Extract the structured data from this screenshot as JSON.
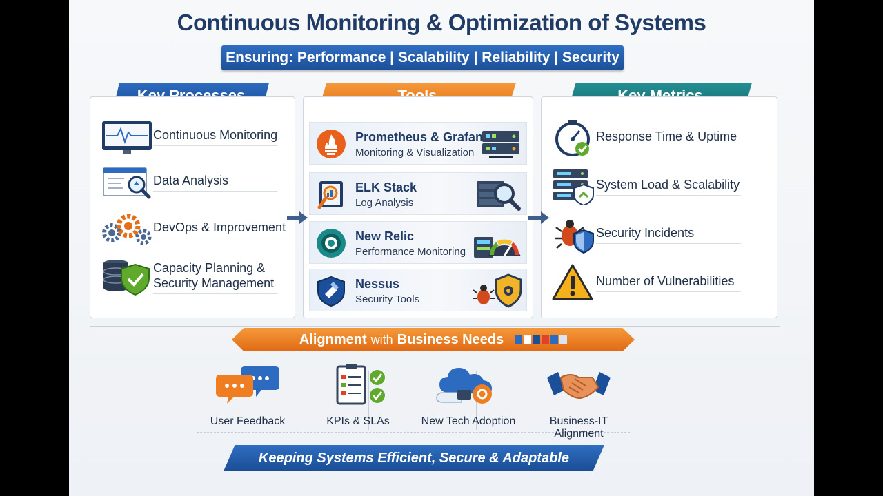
{
  "title": "Continuous Monitoring & Optimization of Systems",
  "subtitle": "Ensuring: Performance | Scalability | Reliability | Security",
  "key_processes": {
    "header": "Key Processes",
    "items": [
      {
        "label": "Continuous Monitoring",
        "icon": "monitor-heartbeat-icon"
      },
      {
        "label": "Data Analysis",
        "icon": "magnifier-chart-icon"
      },
      {
        "label": "DevOps & Improvement",
        "icon": "gears-icon"
      },
      {
        "label_line1": "Capacity Planning &",
        "label_line2": "Security Management",
        "icon": "database-shield-icon"
      }
    ]
  },
  "tools": {
    "header": "Tools",
    "items": [
      {
        "name": "Prometheus & Grafana",
        "desc": "Monitoring & Visualization",
        "icon": "prometheus-icon"
      },
      {
        "name": "ELK Stack",
        "desc": "Log Analysis",
        "icon": "elk-icon"
      },
      {
        "name": "New Relic",
        "desc": "Performance Monitoring",
        "icon": "new-relic-icon"
      },
      {
        "name": "Nessus",
        "desc": "Security Tools",
        "icon": "nessus-icon"
      }
    ]
  },
  "key_metrics": {
    "header": "Key Metrics",
    "items": [
      {
        "label": "Response Time & Uptime",
        "icon": "stopwatch-check-icon"
      },
      {
        "label": "System Load & Scalability",
        "icon": "server-shield-icon"
      },
      {
        "label": "Security Incidents",
        "icon": "bug-shield-icon"
      },
      {
        "label": "Number of Vulnerabilities",
        "icon": "warning-icon"
      }
    ]
  },
  "alignment": {
    "bold1": "Alignment",
    "word": "with",
    "bold2": "Business Needs",
    "items": [
      {
        "label": "User Feedback",
        "icon": "chat-bubbles-icon"
      },
      {
        "label": "KPIs & SLAs",
        "icon": "checklist-icon"
      },
      {
        "label": "New Tech Adoption",
        "icon": "ai-cloud-icon"
      },
      {
        "label": "Business-IT Alignment",
        "icon": "handshake-icon"
      }
    ]
  },
  "footer": "Keeping Systems Efficient, Secure & Adaptable",
  "colors": {
    "blue": "#1c4f99",
    "orange": "#e4701b",
    "teal": "#176c70",
    "title": "#1f3b66"
  }
}
